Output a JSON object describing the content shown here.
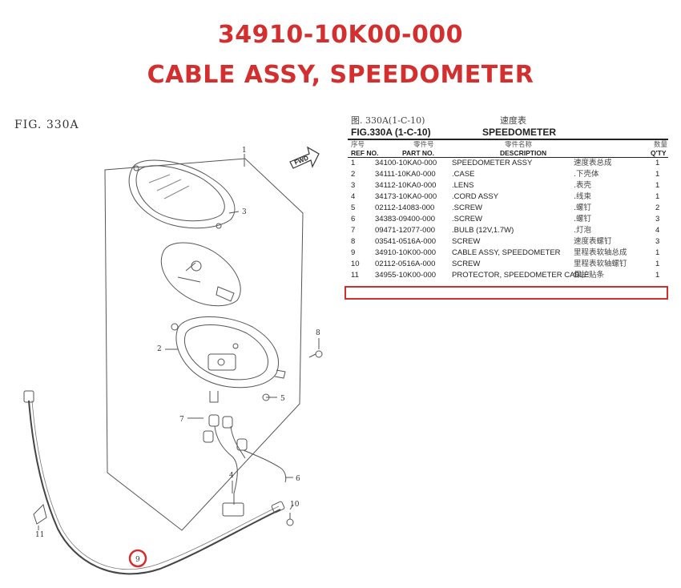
{
  "title": {
    "part_number": "34910-10K00-000",
    "name": "CABLE ASSY, SPEEDOMETER"
  },
  "figure_label": "FIG. 330A",
  "table": {
    "cn_fig": "图. 330A(1-C-10)",
    "cn_title": "速度表",
    "fig": "FIG.330A (1-C-10)",
    "section": "SPEEDOMETER",
    "headers": {
      "ref_cn": "序号",
      "ref": "REF NO.",
      "part_cn": "零件号",
      "part": "PART NO.",
      "desc_cn": "零件名称",
      "desc": "DESCRIPTION",
      "qty_cn": "数量",
      "qty": "Q'TY"
    },
    "rows": [
      {
        "ref": "1",
        "part": "34100-10KA0-000",
        "desc": "SPEEDOMETER ASSY",
        "cn": "速度表总成",
        "qty": "1"
      },
      {
        "ref": "2",
        "part": "34111-10KA0-000",
        "desc": ".CASE",
        "cn": ".下壳体",
        "qty": "1"
      },
      {
        "ref": "3",
        "part": "34112-10KA0-000",
        "desc": ".LENS",
        "cn": ".表壳",
        "qty": "1"
      },
      {
        "ref": "4",
        "part": "34173-10KA0-000",
        "desc": ".CORD ASSY",
        "cn": ".线束",
        "qty": "1"
      },
      {
        "ref": "5",
        "part": "02112-14083-000",
        "desc": ".SCREW",
        "cn": ".螺钉",
        "qty": "2"
      },
      {
        "ref": "6",
        "part": "34383-09400-000",
        "desc": ".SCREW",
        "cn": ".螺钉",
        "qty": "3"
      },
      {
        "ref": "7",
        "part": "09471-12077-000",
        "desc": ".BULB (12V,1.7W)",
        "cn": ".灯泡",
        "qty": "4"
      },
      {
        "ref": "8",
        "part": "03541-0516A-000",
        "desc": "SCREW",
        "cn": "速度表螺钉",
        "qty": "3"
      },
      {
        "ref": "9",
        "part": "34910-10K00-000",
        "desc": "CABLE ASSY, SPEEDOMETER",
        "cn": "里程表软轴总成",
        "qty": "1"
      },
      {
        "ref": "10",
        "part": "02112-0516A-000",
        "desc": "SCREW",
        "cn": "里程表软轴螺钉",
        "qty": "1"
      },
      {
        "ref": "11",
        "part": "34955-10K00-000",
        "desc": "PROTECTOR, SPEEDOMETER CABLE",
        "cn": "保护贴条",
        "qty": "1"
      }
    ]
  },
  "diagram": {
    "fwd_label": "FWD",
    "callouts": [
      "1",
      "2",
      "3",
      "4",
      "5",
      "6",
      "7",
      "8",
      "9",
      "10",
      "11"
    ]
  },
  "colors": {
    "accent": "#d32f2f",
    "line": "#555555"
  }
}
